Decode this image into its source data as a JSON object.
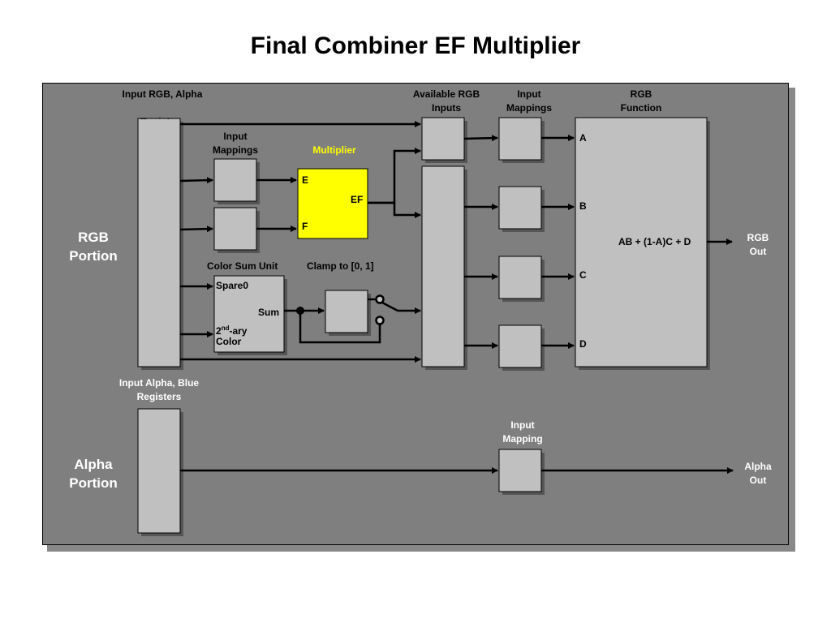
{
  "title": "Final Combiner EF Multiplier",
  "colors": {
    "panel_bg": "#7f7f7f",
    "box_fill": "#c0c0c0",
    "multiplier_fill": "#ffff00",
    "multiplier_label": "#ffff00"
  },
  "labels": {
    "input_rgb_alpha": "Input RGB, Alpha",
    "input_rgb_alpha_line2": "Registers",
    "input_mappings_left": "Input Mappings",
    "multiplier": "Multiplier",
    "mult_e": "E",
    "mult_ef": "EF",
    "mult_f": "F",
    "available_rgb_inputs": "Available RGB Inputs",
    "input_mappings_right": "Input Mappings",
    "rgb_function": "RGB Function",
    "port_a": "A",
    "port_b": "B",
    "port_c": "C",
    "port_d": "D",
    "rgb_formula": "AB + (1-A)C + D",
    "rgb_out": "RGB Out",
    "rgb_portion": "RGB Portion",
    "color_sum_unit": "Color Sum Unit",
    "clamp_to": "Clamp to [0, 1]",
    "spare0": "Spare0",
    "sum": "Sum",
    "secondary_prefix": "2",
    "secondary_sup": "nd",
    "secondary_suffix": "-ary",
    "color": "Color",
    "input_alpha_blue": "Input Alpha, Blue Registers",
    "input_mapping": "Input Mapping",
    "alpha_portion": "Alpha Portion",
    "alpha_out": "Alpha Out"
  }
}
